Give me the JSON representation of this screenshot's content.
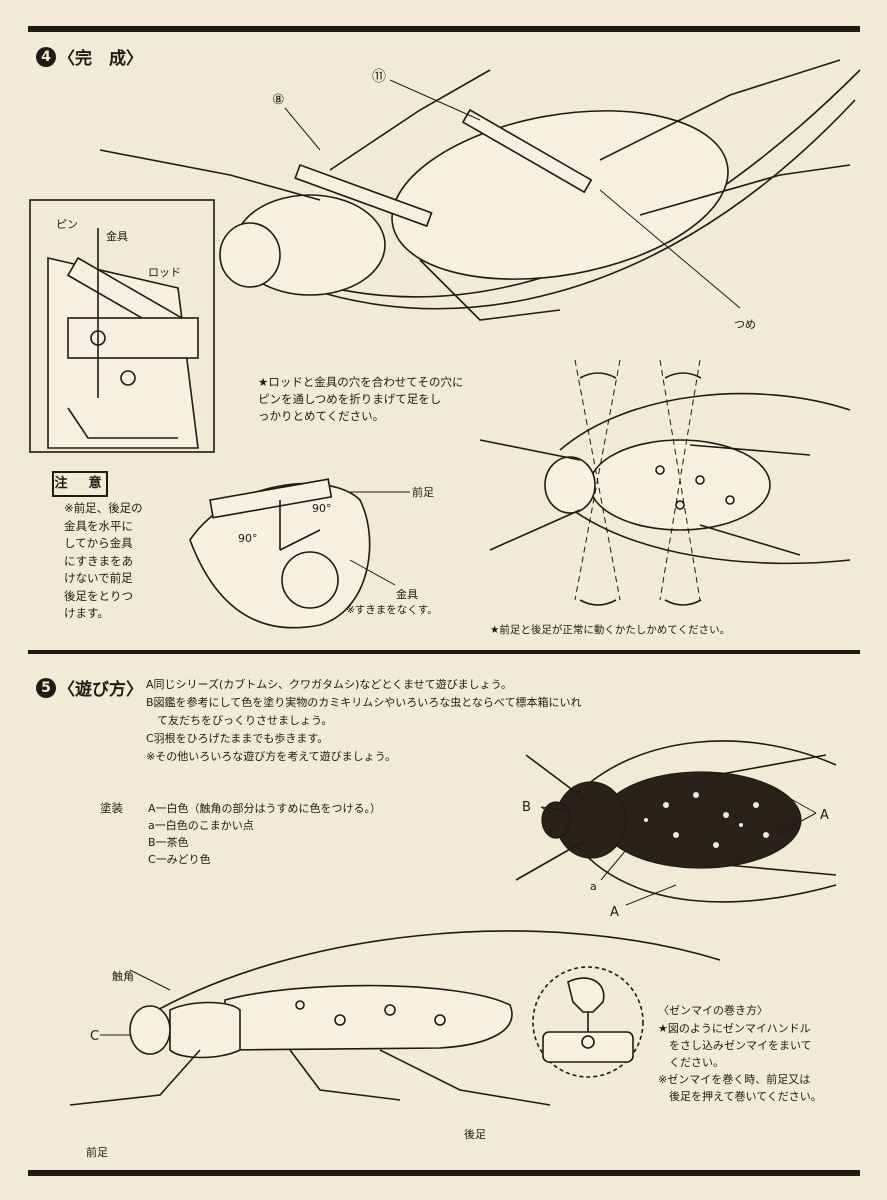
{
  "section4": {
    "number": "4",
    "title": "〈完　成〉",
    "callout_11": "⑪",
    "callout_8": "⑧",
    "label_tsume": "つめ",
    "label_pin": "ピン",
    "label_kanagu": "金具",
    "label_rod": "ロッド",
    "instruction": "★ロッドと金具の穴を合わせてその穴に\nピンを通しつめを折りまげて足をし\nっかりとめてください。",
    "caution_title": "注　意",
    "caution_text": "※前足、後足の\n金具を水平に\nしてから金具\nにすきまをあ\nけないで前足\n後足をとりつ\nけます。",
    "label_maeashi": "前足",
    "angle_1": "90°",
    "angle_2": "90°",
    "label_kanagu_2": "金具",
    "note_gap": "※すきまをなくす。",
    "check_note": "★前足と後足が正常に動くかたしかめてください。"
  },
  "section5": {
    "number": "5",
    "title": "〈遊び方〉",
    "play_text": "A同じシリーズ(カブトムシ、クワガタムシ)などとくませて遊びましょう。\nB図鑑を参考にして色を塗り実物のカミキリムシやいろいろな虫とならべて標本箱にいれ\n　て友だちをびっくりさせましょう。\nC羽根をひろげたままでも歩きます。\n※その他いろいろな遊び方を考えて遊びましょう。",
    "paint_label": "塗装",
    "paint_lines": [
      "A一白色（触角の部分はうすめに色をつける。）",
      "a一白色のこまかい点",
      "B一茶色",
      "C一みどり色"
    ],
    "beetle_label_B": "B",
    "beetle_label_A1": "A",
    "beetle_label_a": "a",
    "beetle_label_A2": "A",
    "side_label_antenna": "触角",
    "side_label_C": "C",
    "side_label_front": "前足",
    "side_label_rear": "後足",
    "winding_title": "〈ゼンマイの巻き方〉",
    "winding_text": "★図のようにゼンマイハンドル\n　をさし込みゼンマイをまいて\n　ください。\n※ゼンマイを巻く時、前足又は\n　後足を押えて巻いてください。"
  }
}
